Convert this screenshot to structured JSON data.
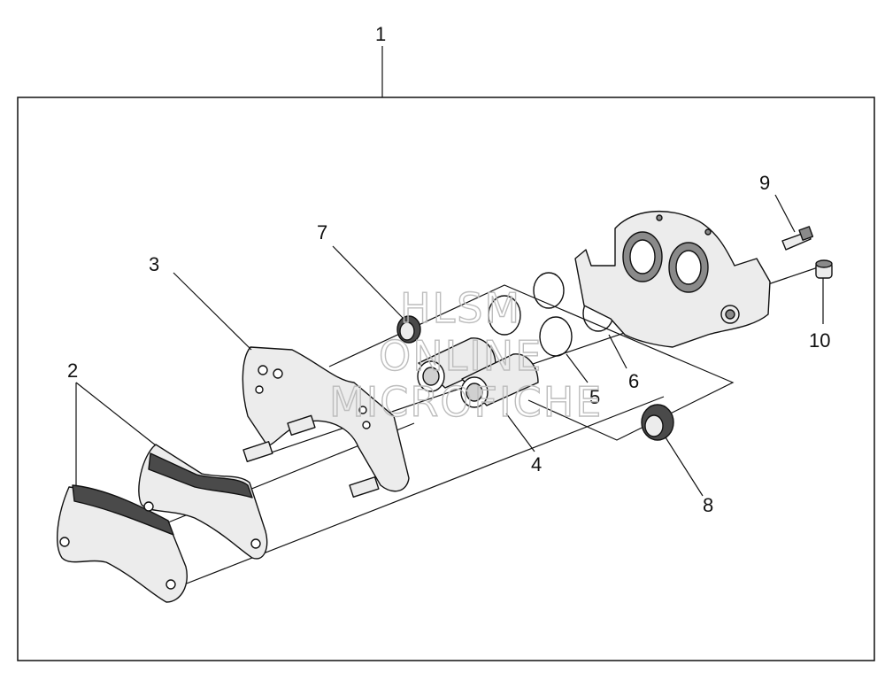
{
  "callouts": {
    "n1": "1",
    "n2": "2",
    "n3": "3",
    "n4": "4",
    "n5": "5",
    "n6": "6",
    "n7": "7",
    "n8": "8",
    "n9": "9",
    "n10": "10"
  },
  "watermark": {
    "line1": "HLSM",
    "line2": "ONLINE",
    "line3": "MICROFICHE"
  },
  "colors": {
    "line": "#111111",
    "part_fill": "#ececec",
    "part_shade": "#8a8a8a",
    "pad_dark": "#4a4a4a",
    "watermark": "#bdbdbd"
  }
}
